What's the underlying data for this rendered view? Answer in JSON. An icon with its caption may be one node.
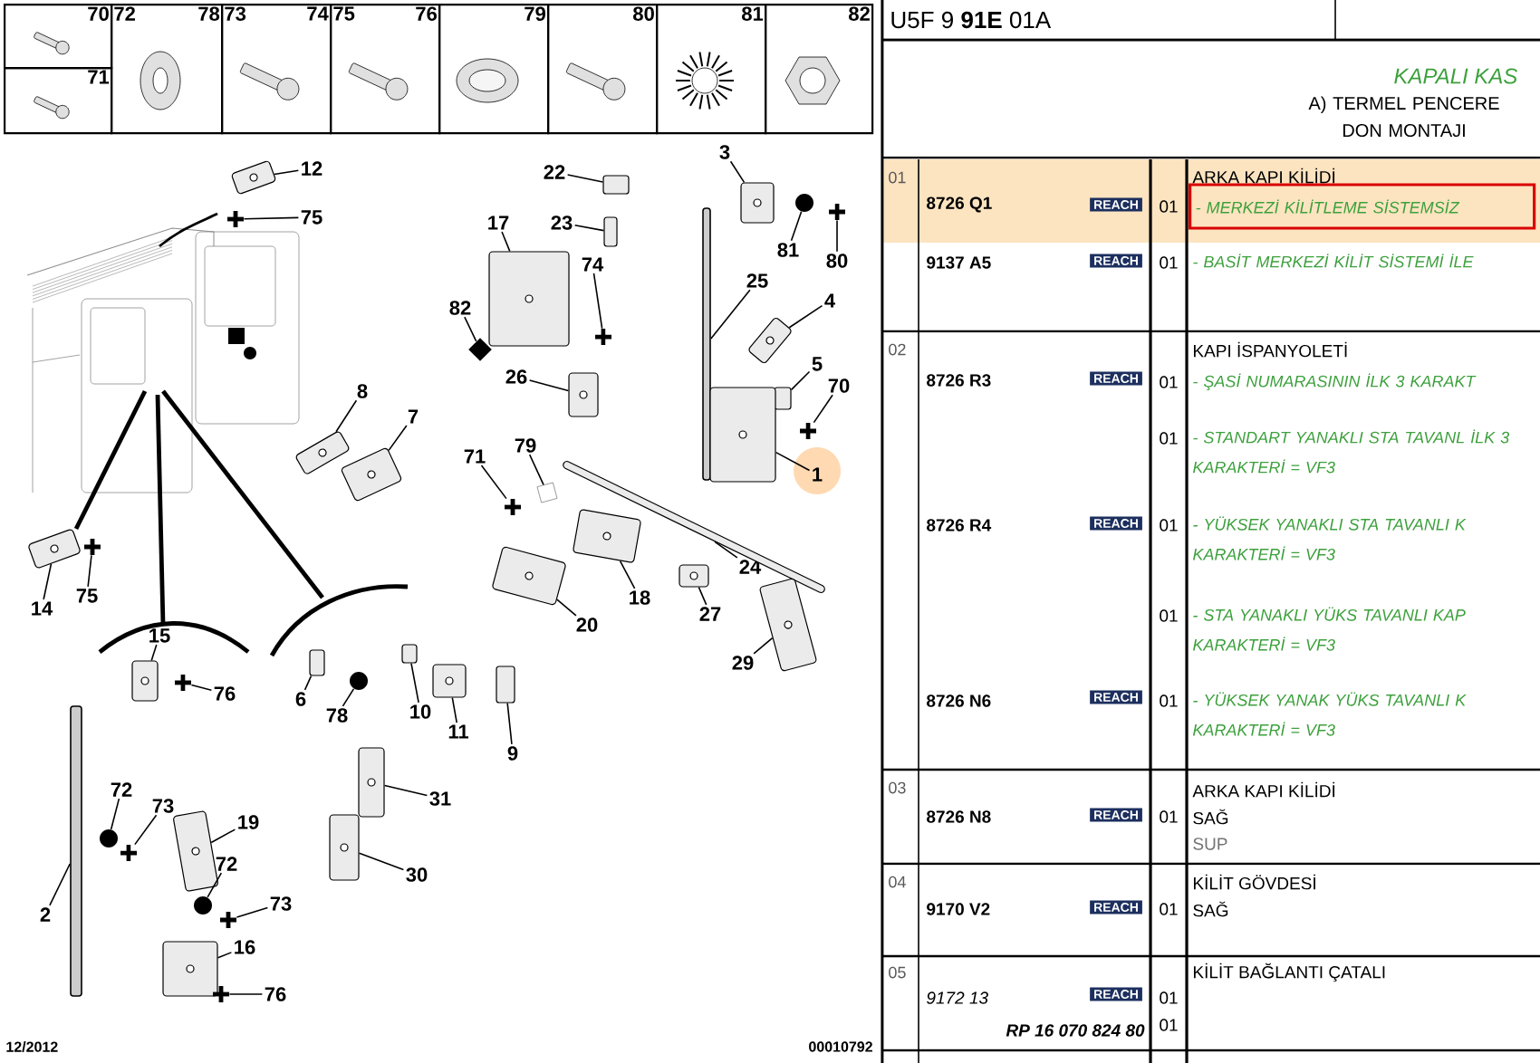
{
  "diagram": {
    "title": "U5F 9 **91E** 01A",
    "nodes": [
      {
        "text": [
          "70"
        ]
      },
      {
        "text": [
          "71"
        ]
      },
      {
        "text": [
          "72",
          "78"
        ]
      },
      {
        "text": [
          "73",
          "74"
        ]
      },
      {
        "text": [
          "75",
          "76"
        ]
      },
      {
        "text": [
          "79"
        ]
      },
      {
        "text": [
          "80"
        ]
      },
      {
        "text": [
          "81"
        ]
      },
      {
        "text": [
          "82"
        ]
      },
      {
        "text": [
          "- MERKEZİ KİLİTLEME SİSTEMSİZ"
        ]
      },
      {
        "text": [
          "12"
        ]
      },
      {
        "text": [],
        "shape": "picture"
      },
      {
        "text": [
          "75"
        ]
      },
      {
        "text": [],
        "shape": "cross"
      },
      {
        "text": [
          "3"
        ]
      },
      {
        "text": [],
        "shape": "picture"
      },
      {
        "text": [
          "81"
        ]
      },
      {
        "text": [],
        "shape": "circle"
      },
      {
        "text": [
          "80"
        ]
      },
      {
        "text": [],
        "shape": "cross"
      },
      {
        "text": [
          "22"
        ]
      },
      {
        "text": [],
        "shape": "box"
      },
      {
        "text": [
          "23"
        ]
      },
      {
        "text": [],
        "shape": "box"
      },
      {
        "text": [
          "17"
        ]
      },
      {
        "text": [],
        "shape": "picture"
      },
      {
        "text": [
          "74"
        ]
      },
      {
        "text": [],
        "shape": "cross"
      },
      {
        "text": [
          "25"
        ]
      },
      {
        "text": [],
        "shape": "bar"
      },
      {
        "text": [
          "82"
        ]
      },
      {
        "text": [],
        "shape": "diamond"
      },
      {
        "text": [
          "4"
        ]
      },
      {
        "text": [],
        "shape": "picture"
      },
      {
        "text": [
          "5"
        ]
      },
      {
        "text": [],
        "shape": "box"
      },
      {
        "text": [
          "70"
        ]
      },
      {
        "text": [],
        "shape": "cross"
      },
      {
        "text": [
          "1"
        ]
      },
      {
        "text": [],
        "shape": "picture"
      },
      {
        "text": [
          "26"
        ]
      },
      {
        "text": [],
        "shape": "picture"
      },
      {
        "text": [
          "8"
        ]
      },
      {
        "text": [],
        "shape": "picture"
      },
      {
        "text": [
          "7"
        ]
      },
      {
        "text": [],
        "shape": "picture"
      },
      {
        "text": [
          "71"
        ]
      },
      {
        "text": [],
        "shape": "cross"
      },
      {
        "text": [
          "79"
        ]
      },
      {
        "text": [],
        "shape": "box"
      },
      {
        "text": [
          "24"
        ]
      },
      {
        "text": [],
        "shape": "picture"
      },
      {
        "text": [
          "20"
        ]
      },
      {
        "text": [],
        "shape": "picture"
      },
      {
        "text": [
          "18"
        ]
      },
      {
        "text": [],
        "shape": "picture"
      },
      {
        "text": [
          "27"
        ]
      },
      {
        "text": [],
        "shape": "picture"
      },
      {
        "text": [
          "29"
        ]
      },
      {
        "text": [],
        "shape": "picture"
      },
      {
        "text": [
          "14"
        ]
      },
      {
        "text": [],
        "shape": "picture"
      },
      {
        "text": [
          "75"
        ]
      },
      {
        "text": [],
        "shape": "cross"
      },
      {
        "text": [
          "15"
        ]
      },
      {
        "text": [],
        "shape": "picture"
      },
      {
        "text": [
          "76"
        ]
      },
      {
        "text": [],
        "shape": "cross"
      },
      {
        "text": [
          "6"
        ]
      },
      {
        "text": [],
        "shape": "box"
      },
      {
        "text": [
          "78"
        ]
      },
      {
        "text": [],
        "shape": "circle"
      },
      {
        "text": [
          "10"
        ]
      },
      {
        "text": [],
        "shape": "box"
      },
      {
        "text": [
          "11"
        ]
      },
      {
        "text": [],
        "shape": "picture"
      },
      {
        "text": [
          "9"
        ]
      },
      {
        "text": [],
        "shape": "box"
      },
      {
        "text": [
          "31"
        ]
      },
      {
        "text": [],
        "shape": "picture"
      },
      {
        "text": [
          "30"
        ]
      },
      {
        "text": [],
        "shape": "picture"
      },
      {
        "text": [
          "2"
        ]
      },
      {
        "text": [],
        "shape": "bar"
      },
      {
        "text": [
          "72"
        ]
      },
      {
        "text": [],
        "shape": "circle"
      },
      {
        "text": [
          "73"
        ]
      },
      {
        "text": [],
        "shape": "cross"
      },
      {
        "text": [
          "19"
        ]
      },
      {
        "text": [],
        "shape": "picture"
      },
      {
        "text": [
          "72"
        ]
      },
      {
        "text": [],
        "shape": "circle"
      },
      {
        "text": [
          "73"
        ]
      },
      {
        "text": [],
        "shape": "cross"
      },
      {
        "text": [
          "16"
        ]
      },
      {
        "text": [],
        "shape": "picture"
      },
      {
        "text": [
          "76"
        ]
      },
      {
        "text": [],
        "shape": "cross"
      }
    ],
    "edges": [
      {
        "from": 10,
        "to": 11,
        "arrow": "none"
      },
      {
        "from": 12,
        "to": 13,
        "arrow": "none"
      },
      {
        "from": 14,
        "to": 15,
        "arrow": "none"
      },
      {
        "from": 16,
        "to": 17,
        "arrow": "none"
      },
      {
        "from": 18,
        "to": 19,
        "arrow": "none"
      },
      {
        "from": 20,
        "to": 21,
        "arrow": "none"
      },
      {
        "from": 22,
        "to": 23,
        "arrow": "none"
      },
      {
        "from": 24,
        "to": 25,
        "arrow": "none"
      },
      {
        "from": 26,
        "to": 27,
        "arrow": "none"
      },
      {
        "from": 28,
        "to": 29,
        "arrow": "none"
      },
      {
        "from": 30,
        "to": 31,
        "arrow": "none"
      },
      {
        "from": 32,
        "to": 33,
        "arrow": "none"
      },
      {
        "from": 34,
        "to": 35,
        "arrow": "none"
      },
      {
        "from": 36,
        "to": 37,
        "arrow": "none"
      },
      {
        "from": 38,
        "to": 39,
        "arrow": "none"
      },
      {
        "from": 40,
        "to": 41,
        "arrow": "none"
      },
      {
        "from": 42,
        "to": 43,
        "arrow": "none"
      },
      {
        "from": 44,
        "to": 45,
        "arrow": "none"
      },
      {
        "from": 46,
        "to": 47,
        "arrow": "none"
      },
      {
        "from": 48,
        "to": 49,
        "arrow": "none"
      },
      {
        "from": 50,
        "to": 51,
        "arrow": "none"
      },
      {
        "from": 52,
        "to": 53,
        "arrow": "none"
      },
      {
        "from": 54,
        "to": 55,
        "arrow": "none"
      },
      {
        "from": 56,
        "to": 57,
        "arrow": "none"
      },
      {
        "from": 58,
        "to": 59,
        "arrow": "none"
      },
      {
        "from": 60,
        "to": 61,
        "arrow": "none"
      },
      {
        "from": 62,
        "to": 63,
        "arrow": "none"
      },
      {
        "from": 64,
        "to": 65,
        "arrow": "none"
      },
      {
        "from": 66,
        "to": 67,
        "arrow": "none"
      },
      {
        "from": 68,
        "to": 69,
        "arrow": "none"
      },
      {
        "from": 70,
        "to": 71,
        "arrow": "none"
      },
      {
        "from": 72,
        "to": 73,
        "arrow": "none"
      },
      {
        "from": 74,
        "to": 75,
        "arrow": "none"
      },
      {
        "from": 76,
        "to": 77,
        "arrow": "none"
      },
      {
        "from": 78,
        "to": 79,
        "arrow": "none"
      },
      {
        "from": 80,
        "to": 81,
        "arrow": "none"
      },
      {
        "from": 82,
        "to": 83,
        "arrow": "none"
      },
      {
        "from": 84,
        "to": 85,
        "arrow": "none"
      },
      {
        "from": 86,
        "to": 87,
        "arrow": "none"
      },
      {
        "from": 88,
        "to": 89,
        "arrow": "none"
      },
      {
        "from": 90,
        "to": 91,
        "arrow": "none"
      },
      {
        "from": 92,
        "to": 93,
        "arrow": "none"
      },
      {
        "from": 94,
        "to": 95,
        "arrow": "none"
      },
      {
        "from": 96,
        "to": 97,
        "arrow": "none"
      }
    ],
    "labels": [
      "KAPALI KAS",
      "A) TERMEL PENCERE DON MONTAJI",
      "01",
      "ARKA KAPI KİLİDİ",
      "8726 Q1",
      "REACH",
      "01",
      "9137 A5",
      "REACH",
      "01",
      "- BASİT MERKEZİ KİLİT SİSTEMİ İLE",
      "02",
      "KAPI İSPANYOLETİ",
      "8726 R3",
      "REACH",
      "01",
      "- ŞASİ NUMARASININ İLK 3 KARAKT",
      "01",
      "- STANDART YANAKLI STA TAVANL İLK 3 KARAKTERİ = VF3",
      "8726 R4",
      "REACH",
      "01",
      "- YÜKSEK YANAKLI STA TAVANLI K KARAKTERİ = VF3",
      "01",
      "- STA YANAKLI YÜKS TAVANLI KAP KARAKTERİ = VF3",
      "8726 N6",
      "REACH",
      "01",
      "- YÜKSEK YANAK YÜKS TAVANLI K KARAKTERİ = VF3",
      "03",
      "ARKA KAPI KİLİDİ",
      "8726 N8",
      "REACH",
      "01",
      "SAĞ",
      "SUP",
      "04",
      "KİLİT GÖVDESİ",
      "9170 V2",
      "REACH",
      "01",
      "SAĞ",
      "05",
      "KİLİT BAĞLANTI ÇATALI",
      "9172 13",
      "REACH",
      "01",
      "RP 16 070 824 80",
      "01",
      "12/2012",
      "00010792"
    ]
  }
}
